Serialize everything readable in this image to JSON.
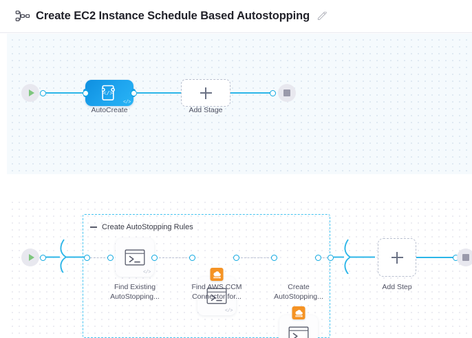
{
  "header": {
    "icon": "pipeline-nodes-icon",
    "title": "Create EC2 Instance Schedule Based Autostopping",
    "edit_icon": "pencil-edit-icon"
  },
  "colors": {
    "accent_blue": "#2bb5e8",
    "node_blue": "#1ea5ef",
    "group_border": "#45c3f0",
    "aws_orange": "#f59324",
    "play_green": "#7ec67e",
    "stop_grey": "#9a9aab",
    "dashed_grey": "#b8bfcf",
    "canvas_a_bg": "#f5fafd",
    "canvas_b_bg": "#ffffff"
  },
  "stage_canvas": {
    "start_node": {
      "icon": "play-icon",
      "label": "Start"
    },
    "end_node": {
      "icon": "stop-icon",
      "label": "End"
    },
    "nodes": [
      {
        "label": "AutoCreate",
        "icon": "template-code-icon",
        "type": "stage",
        "badge": "</>"
      }
    ],
    "add_stage": {
      "label": "Add Stage",
      "icon": "plus-icon"
    }
  },
  "step_canvas": {
    "start_node": {
      "icon": "play-icon",
      "label": "Start"
    },
    "end_node": {
      "icon": "stop-icon",
      "label": "End"
    },
    "group": {
      "title": "Create AutoStopping Rules",
      "collapse_icon": "minus-icon"
    },
    "steps": [
      {
        "label_line1": "Find Existing",
        "label_line2": "AutoStopping...",
        "icon": "terminal-shell-icon",
        "badge": "</>",
        "aws_badge": false
      },
      {
        "label_line1": "Find AWS CCM",
        "label_line2": "Connector for...",
        "icon": "terminal-shell-icon",
        "badge": "</>",
        "aws_badge": true
      },
      {
        "label_line1": "Create",
        "label_line2": "AutoStopping...",
        "icon": "terminal-shell-icon",
        "badge": "</>",
        "aws_badge": true
      }
    ],
    "add_step": {
      "label": "Add Step",
      "icon": "plus-icon"
    }
  }
}
